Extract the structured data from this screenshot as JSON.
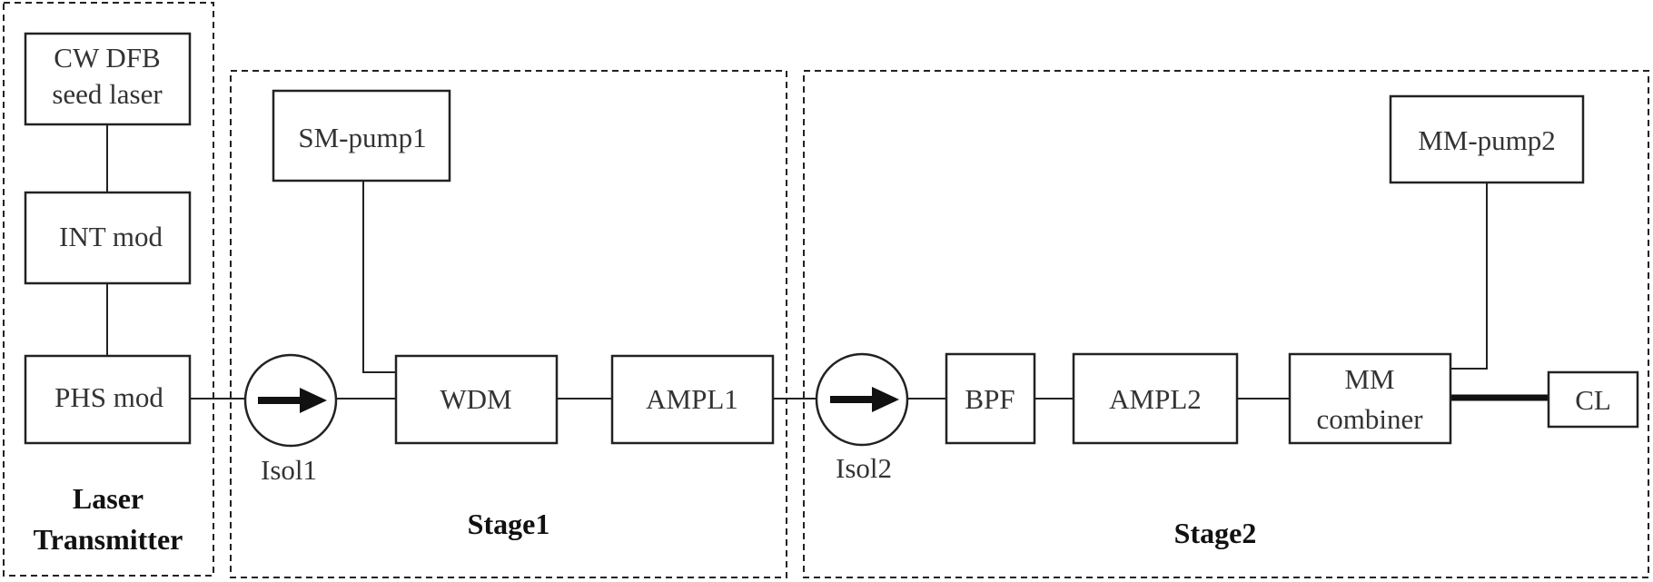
{
  "groups": {
    "transmitter": {
      "line1": "Laser",
      "line2": "Transmitter"
    },
    "stage1": "Stage1",
    "stage2": "Stage2"
  },
  "blocks": {
    "seed_line1": "CW DFB",
    "seed_line2": "seed laser",
    "int_mod": "INT mod",
    "phs_mod": "PHS mod",
    "sm_pump1": "SM-pump1",
    "wdm": "WDM",
    "ampl1": "AMPL1",
    "bpf": "BPF",
    "ampl2": "AMPL2",
    "mm_pump2": "MM-pump2",
    "combiner_line1": "MM",
    "combiner_line2": "combiner",
    "cl": "CL"
  },
  "isolators": {
    "isol1": "Isol1",
    "isol2": "Isol2"
  }
}
